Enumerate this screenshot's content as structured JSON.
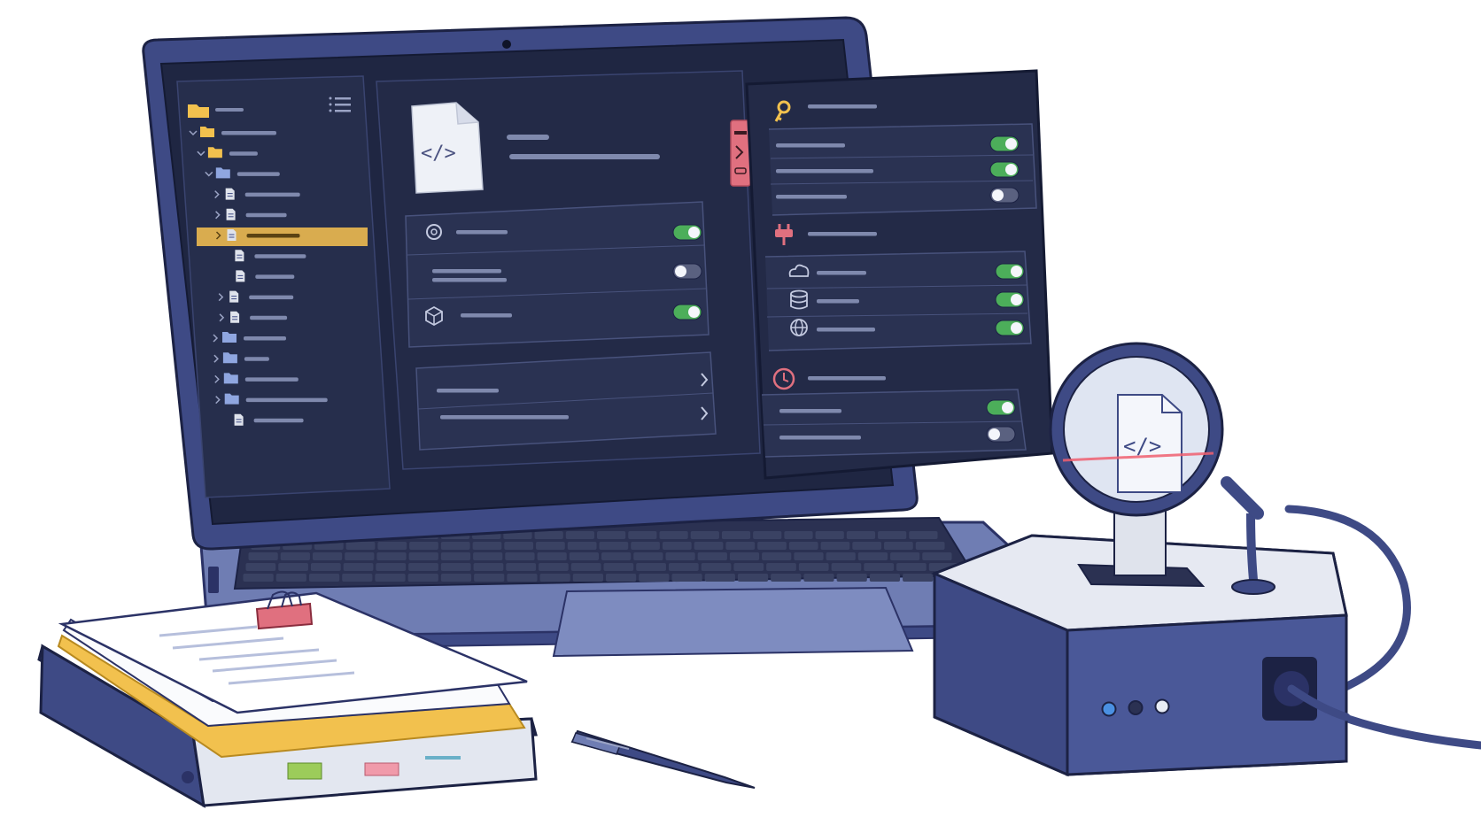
{
  "scene": {
    "laptop_color": "#3e4a85",
    "screen_bg": "#1f2642",
    "panel_bg": "#262e4c",
    "placeholder_color": "#7f89ad",
    "toggle_on_color": "#4cae5a",
    "toggle_off_color": "#c9cdd8",
    "highlight_color": "#d9ac4f",
    "accent_red": "#e0707f",
    "scan_line_color": "#f06070",
    "folder_color": "#f2c14e"
  },
  "file_tree": {
    "root_icon": "folder-icon",
    "menu_icon": "list-menu-icon",
    "selected_row": 6,
    "rows": [
      {
        "icon": "folder-icon",
        "state": "expanded"
      },
      {
        "icon": "folder-icon",
        "state": "expanded"
      },
      {
        "icon": "folder-icon",
        "state": "expanded"
      },
      {
        "icon": "file-icon",
        "state": "collapsed"
      },
      {
        "icon": "file-icon",
        "state": "collapsed"
      },
      {
        "icon": "file-icon",
        "state": "selected"
      },
      {
        "icon": "file-icon",
        "state": "leaf"
      },
      {
        "icon": "file-icon",
        "state": "leaf"
      },
      {
        "icon": "file-icon",
        "state": "collapsed"
      },
      {
        "icon": "file-icon",
        "state": "collapsed"
      },
      {
        "icon": "folder-icon",
        "state": "collapsed"
      },
      {
        "icon": "folder-icon",
        "state": "collapsed"
      },
      {
        "icon": "folder-icon",
        "state": "collapsed"
      },
      {
        "icon": "folder-icon",
        "state": "collapsed"
      },
      {
        "icon": "file-icon",
        "state": "leaf"
      }
    ]
  },
  "main_panel": {
    "file_icon": "code-file-icon",
    "settings_rows": [
      {
        "icon": "gear-icon",
        "toggle_on": true
      },
      {
        "icon": "none",
        "toggle_on": false
      },
      {
        "icon": "cube-icon",
        "toggle_on": true
      }
    ],
    "nav_rows": [
      {
        "icon": "chevron-right-icon"
      },
      {
        "icon": "chevron-right-icon"
      }
    ]
  },
  "side_tab": {
    "icon": "terminal-icon"
  },
  "right_panel": {
    "sections": [
      {
        "icon": "key-icon",
        "toggles": [
          true,
          true,
          false
        ]
      },
      {
        "icon": "plug-icon",
        "toggles": [
          true,
          true,
          true
        ],
        "row_icons": [
          "cloud-icon",
          "database-icon",
          "globe-icon"
        ]
      },
      {
        "icon": "clock-icon",
        "toggles": [
          true,
          false
        ]
      }
    ]
  },
  "scanner": {
    "lens_icon": "code-file-icon",
    "status_lights": [
      "#4a90e2",
      "#2b3152",
      "#e8ecf4"
    ]
  }
}
